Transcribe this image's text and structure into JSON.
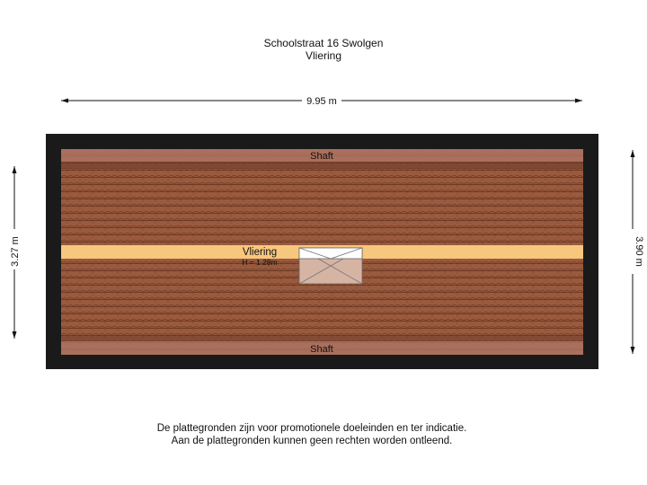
{
  "title": {
    "address": "Schoolstraat 16  Swolgen",
    "floor": "Vliering"
  },
  "dimensions": {
    "width": "9.95 m",
    "height_left": "3.27 m",
    "height_right": "3.90 m"
  },
  "rooms": {
    "shaft_top": "Shaft",
    "shaft_bottom": "Shaft",
    "vliering_name": "Vliering",
    "vliering_height": "H = 1.28m"
  },
  "disclaimer": {
    "line1": "De plattegronden zijn voor promotionele doeleinden en ter indicatie.",
    "line2": "Aan de plattegronden kunnen geen rechten worden ontleend."
  },
  "colors": {
    "wall": "#1a1a1a",
    "roof_tile": "#9a5a3e",
    "roof_tile_line": "#6e3b26",
    "shaft_band": "#b07868",
    "vliering_band": "#f8c77e"
  }
}
